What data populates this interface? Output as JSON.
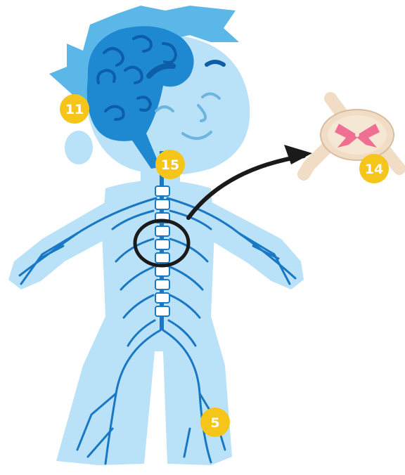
{
  "labels": {
    "brain": "11",
    "spinal_cord": "15",
    "spinal_cord_section": "14",
    "nerves": "5"
  },
  "colors": {
    "body": "#b9e1f7",
    "body_outline": "#9fd1ee",
    "hair": "#5bb7e8",
    "brain": "#1e88d0",
    "brain_dark": "#0d5ea8",
    "nerve": "#1878c4",
    "badge": "#f6c519",
    "callout": "#1a1a1a",
    "cord_tissue": "#f1dcc5",
    "cord_gray_matter": "#ee6f92"
  }
}
